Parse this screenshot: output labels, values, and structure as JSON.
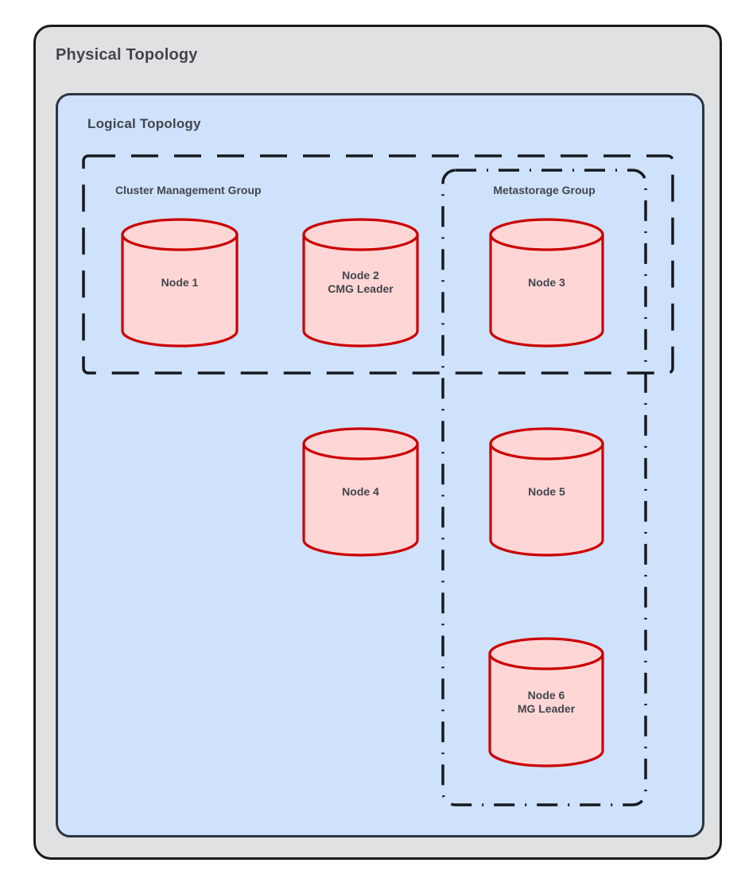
{
  "diagram": {
    "physical": {
      "title": "Physical Topology"
    },
    "logical": {
      "title": "Logical Topology"
    },
    "groups": [
      {
        "id": "cmg",
        "label": "Cluster Management Group",
        "border_style": "dashed",
        "color": "#16191f"
      },
      {
        "id": "mg",
        "label": "Metastorage Group",
        "border_style": "dash-dot",
        "color": "#16191f"
      }
    ],
    "nodes": [
      {
        "id": "node-1",
        "line1": "Node 1",
        "line2": "",
        "label": "Node 1",
        "groups": [
          "cmg"
        ]
      },
      {
        "id": "node-2",
        "line1": "Node 2",
        "line2": "CMG Leader",
        "label": "Node 2\nCMG Leader",
        "groups": [
          "cmg"
        ]
      },
      {
        "id": "node-3",
        "line1": "Node 3",
        "line2": "",
        "label": "Node 3",
        "groups": [
          "cmg",
          "mg"
        ]
      },
      {
        "id": "node-4",
        "line1": "Node 4",
        "line2": "",
        "label": "Node 4",
        "groups": []
      },
      {
        "id": "node-5",
        "line1": "Node 5",
        "line2": "",
        "label": "Node 5",
        "groups": [
          "mg"
        ]
      },
      {
        "id": "node-6",
        "line1": "Node 6",
        "line2": "MG Leader",
        "label": "Node 6\nMG Leader",
        "groups": [
          "mg"
        ]
      }
    ],
    "colors": {
      "physical_fill": "#e0e1e3",
      "physical_border": "#1a1a1a",
      "logical_fill": "#cfe2fb",
      "logical_border": "#2e3440",
      "node_fill": "#ffd6d6",
      "node_border": "#cc0000",
      "text": "#41454d",
      "group_border": "#16191f"
    }
  }
}
